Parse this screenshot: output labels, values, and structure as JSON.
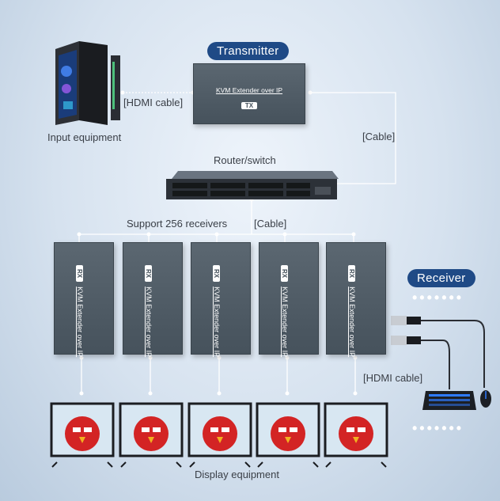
{
  "labels": {
    "transmitter": "Transmitter",
    "receiver": "Receiver",
    "input_equipment": "Input equipment",
    "hdmi_cable_top": "[HDMI cable]",
    "cable_right": "[Cable]",
    "router_switch": "Router/switch",
    "support_receivers": "Support 256 receivers",
    "cable_mid": "[Cable]",
    "hdmi_cable_bottom": "[HDMI cable]",
    "display_equipment": "Display equipment",
    "more_receivers": "•••••••",
    "more_displays": "•••••••"
  },
  "tx_device": {
    "title": "KVM Extender over IP",
    "badge": "TX"
  },
  "rx_devices": [
    {
      "title": "KVM Extender over IP",
      "badge": "RX"
    },
    {
      "title": "KVM Extender over IP",
      "badge": "RX"
    },
    {
      "title": "KVM Extender over IP",
      "badge": "RX"
    },
    {
      "title": "KVM Extender over IP",
      "badge": "RX"
    },
    {
      "title": "KVM Extender over IP",
      "badge": "RX"
    }
  ],
  "colors": {
    "pill": "#1f4a86",
    "device": "#4f5b65",
    "line": "#ffffff"
  }
}
